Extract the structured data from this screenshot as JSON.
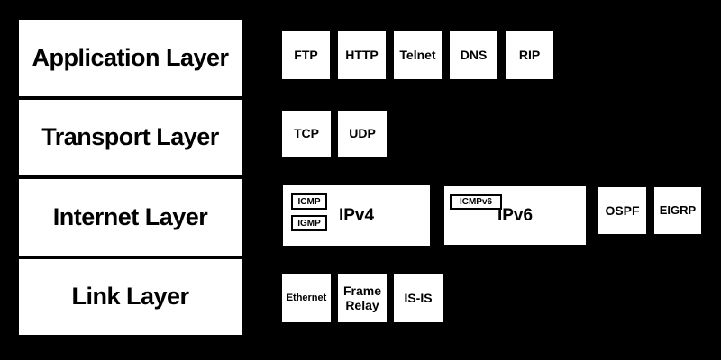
{
  "colors": {
    "background": "#000000",
    "box_fill": "#ffffff",
    "text": "#000000",
    "border": "#000000"
  },
  "layers": [
    {
      "label": "Application Layer"
    },
    {
      "label": "Transport Layer"
    },
    {
      "label": "Internet Layer"
    },
    {
      "label": "Link Layer"
    }
  ],
  "protocols": {
    "application": [
      "FTP",
      "HTTP",
      "Telnet",
      "DNS",
      "RIP"
    ],
    "transport": [
      "TCP",
      "UDP"
    ],
    "internet": {
      "ipv4": {
        "label": "IPv4",
        "sub_protocols": [
          "ICMP",
          "IGMP"
        ]
      },
      "ipv6": {
        "label": "IPv6",
        "sub_protocols": [
          "ICMPv6"
        ]
      },
      "routing": [
        "OSPF",
        "EIGRP"
      ]
    },
    "link": [
      "Ethernet",
      "Frame Relay",
      "IS-IS"
    ]
  }
}
